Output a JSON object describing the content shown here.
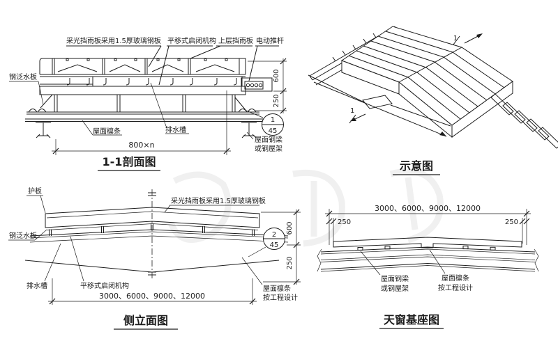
{
  "drawing": {
    "section": {
      "title": "1-1剖面图",
      "label_glass": "采光挡雨板采用1.5厚玻璃钢板",
      "label_mechanism": "平移式启闭机构",
      "label_upper_board": "上层挡雨板",
      "label_actuator": "电动推杆",
      "label_flashing": "钢泛水板",
      "label_purlin": "屋面檩条",
      "label_drain": "排水槽",
      "label_beam1": "屋面钢梁",
      "label_beam2": "或钢屋架",
      "dim_width": "800×n",
      "dim_600": "600",
      "dim_250": "250",
      "detail_num": "1",
      "detail_denom": "45"
    },
    "schematic": {
      "title": "示意图",
      "mark": "1"
    },
    "elevation": {
      "title": "侧立面图",
      "label_guard": "护板",
      "label_glass": "采光挡雨板采用1.5厚玻璃钢板",
      "label_flashing": "钢泛水板",
      "label_drain": "排水槽",
      "label_mechanism": "平移式启闭机构",
      "label_purlin1": "屋面檩条",
      "label_purlin2": "按工程设计",
      "dim_width": "3000、6000、9000、12000",
      "dim_600": "600",
      "dim_250": "250",
      "detail_num": "2",
      "detail_denom": "45"
    },
    "base": {
      "title": "天窗基座图",
      "label_beam1": "屋面钢梁",
      "label_beam2": "或钢屋架",
      "label_purlin1": "屋面檩条",
      "label_purlin2": "按工程设计",
      "dim_width": "3000、6000、9000、12000",
      "dim_250_left": "250",
      "dim_250_right": "250"
    },
    "colors": {
      "line": "#1c1c1c",
      "background": "#ffffff",
      "watermark": "#e4e4e4"
    }
  }
}
